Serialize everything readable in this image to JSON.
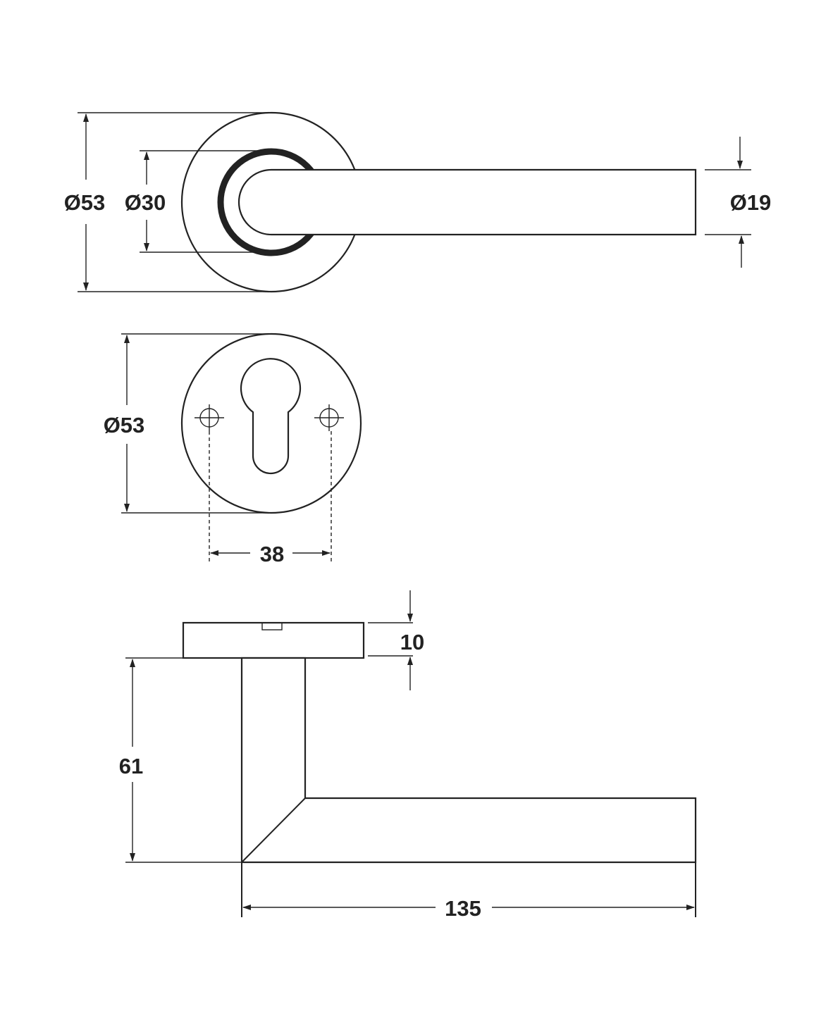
{
  "drawing": {
    "top_view": {
      "rose_diameter_label": "Ø53",
      "inner_diameter_label": "Ø30",
      "lever_diameter_label": "Ø19"
    },
    "escutcheon_view": {
      "diameter_label": "Ø53",
      "screw_spacing_label": "38"
    },
    "side_view": {
      "rose_thickness_label": "10",
      "projection_label": "61",
      "lever_length_label": "135"
    },
    "line_color": "#222222"
  }
}
